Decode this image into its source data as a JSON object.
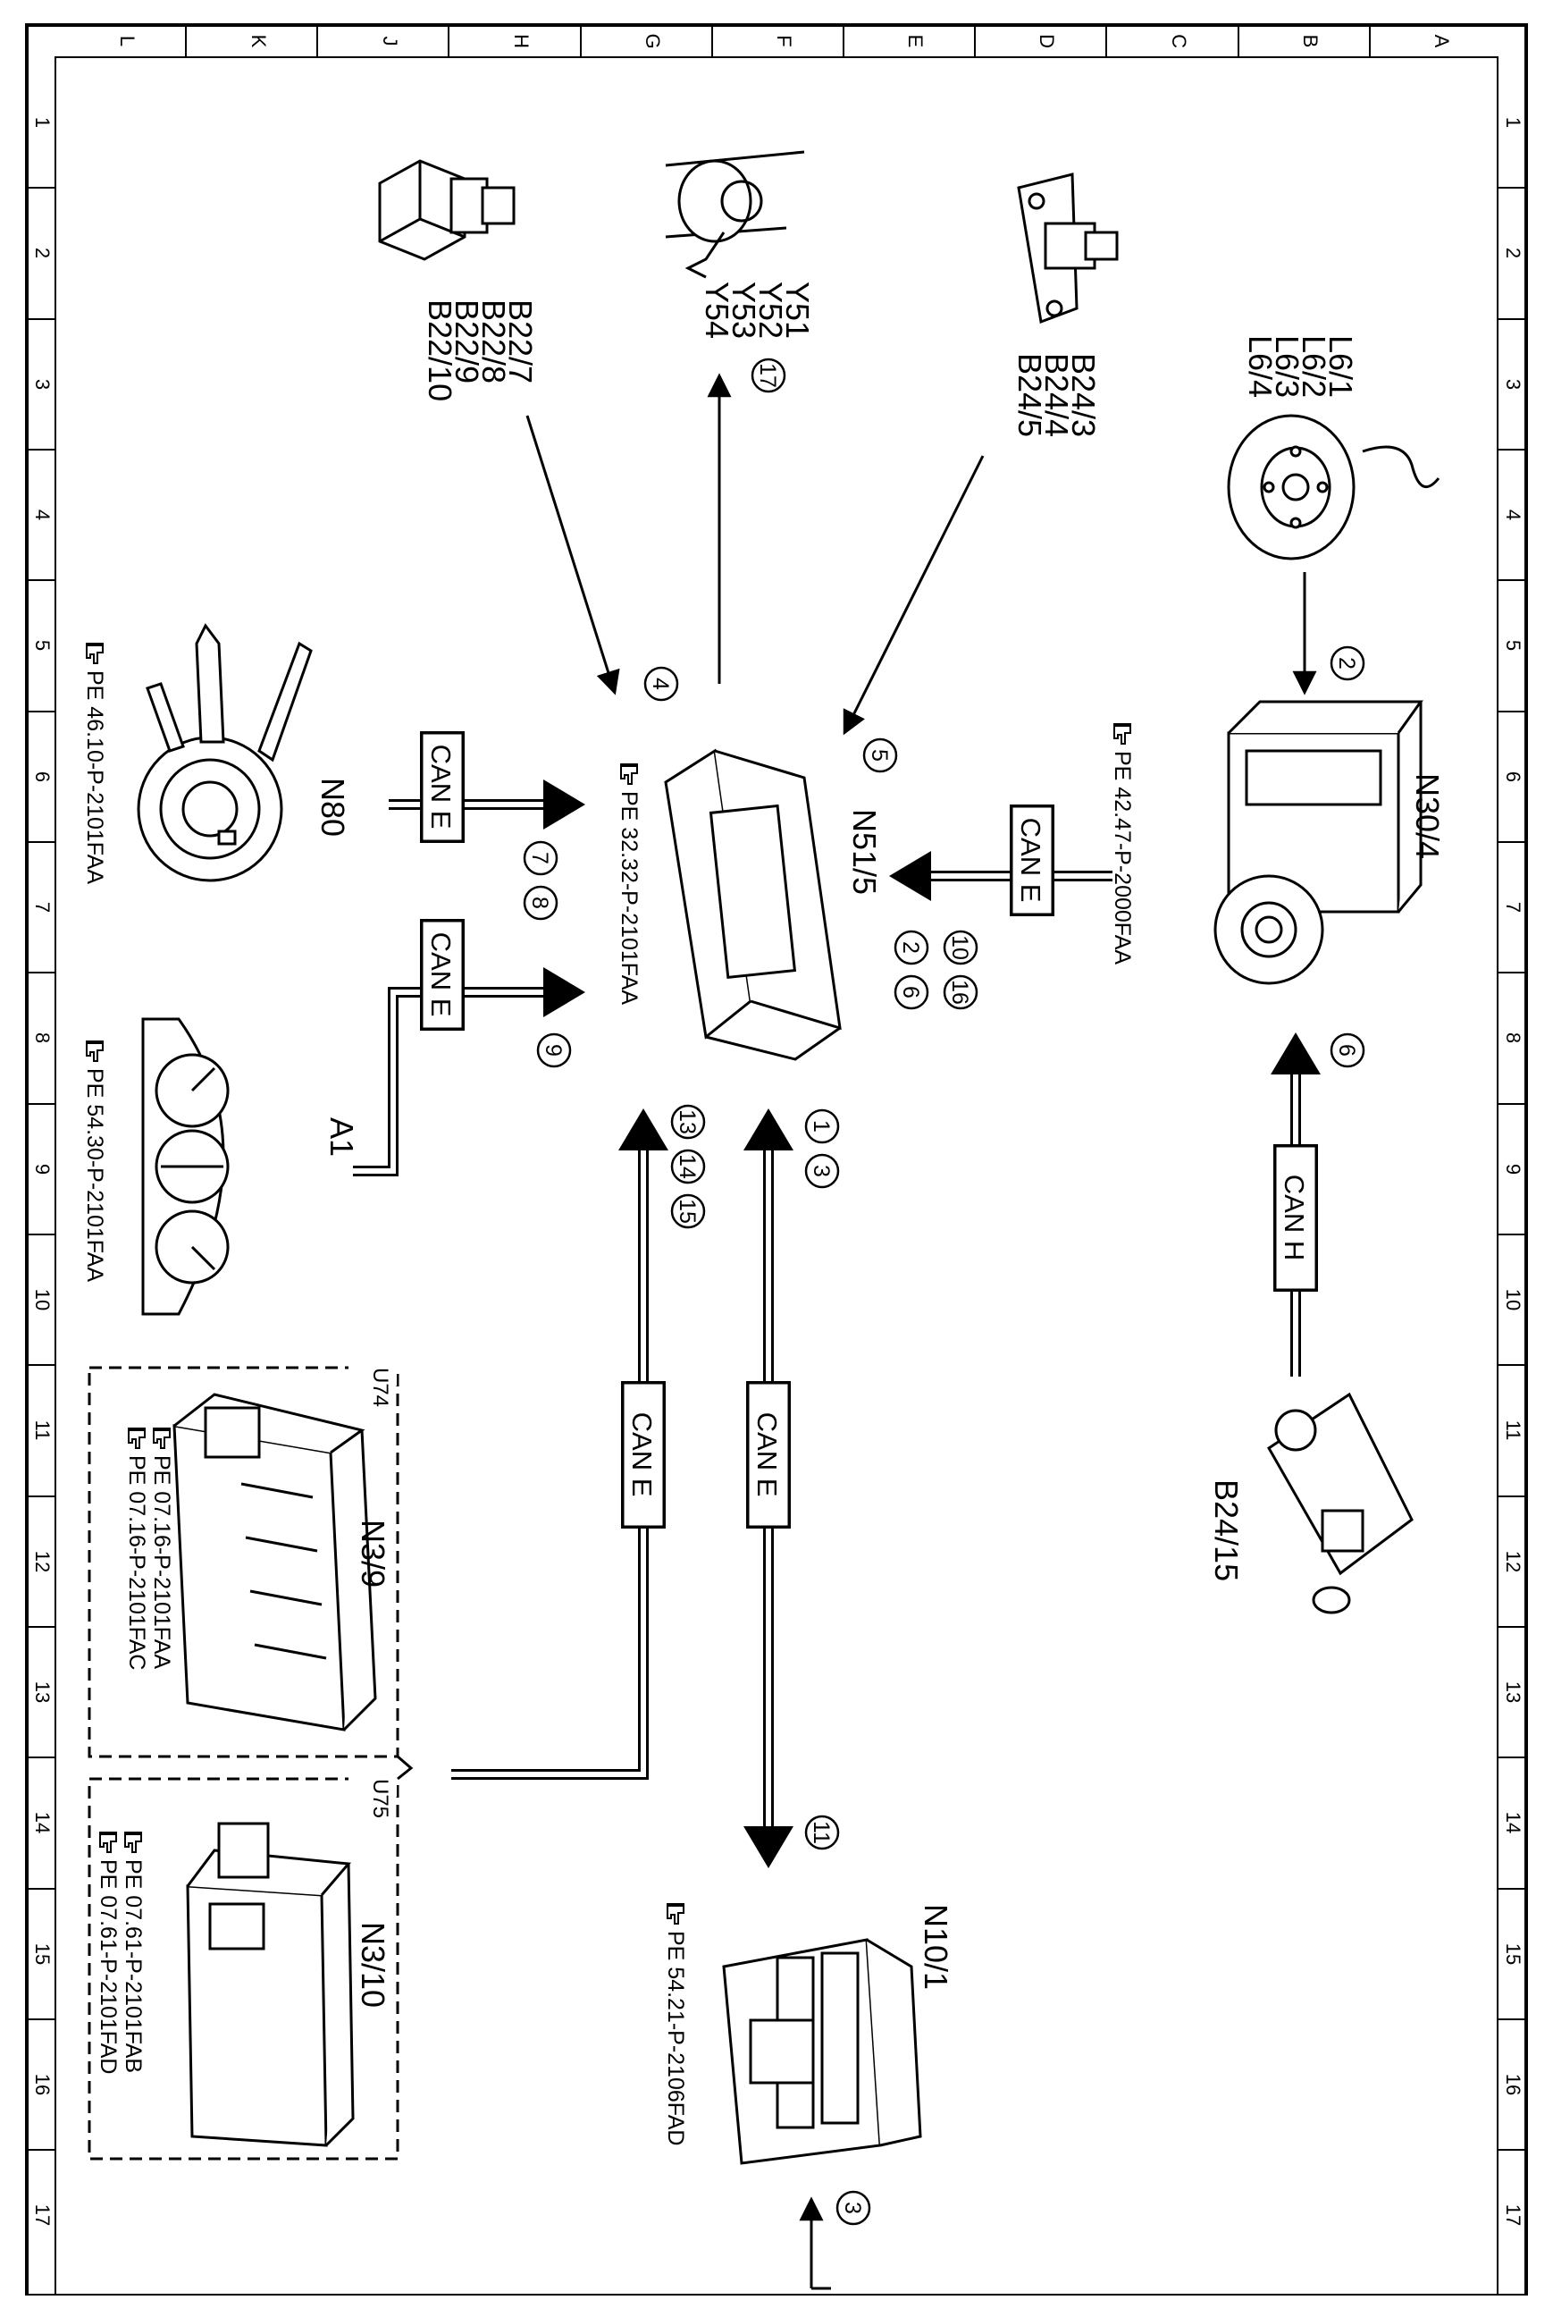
{
  "columns": [
    "L",
    "K",
    "J",
    "H",
    "G",
    "F",
    "E",
    "D",
    "C",
    "B",
    "A"
  ],
  "rows": [
    "1",
    "2",
    "3",
    "4",
    "5",
    "6",
    "7",
    "8",
    "9",
    "10",
    "11",
    "12",
    "13",
    "14",
    "15",
    "16",
    "17"
  ],
  "components": {
    "n51_5": {
      "label": "N51/5",
      "ref": "PE 32.32-P-2101FAA"
    },
    "n30_4": {
      "label": "N30/4",
      "ref": "PE 42.47-P-2000FAA"
    },
    "n80": {
      "label": "N80",
      "ref": "PE 46.10-P-2101FAA"
    },
    "a1": {
      "label": "A1",
      "ref": "PE 54.30-P-2101FAA"
    },
    "n10_1": {
      "label": "N10/1",
      "ref": "PE 54.21-P-2106FAD"
    },
    "b24_15": {
      "label": "B24/15"
    },
    "l6": {
      "labels": [
        "L6/1",
        "L6/2",
        "L6/3",
        "L6/4"
      ]
    },
    "b24": {
      "labels": [
        "B24/3",
        "B24/4",
        "B24/5"
      ]
    },
    "y5x": {
      "labels": [
        "Y51",
        "Y52",
        "Y53",
        "Y54"
      ]
    },
    "b22": {
      "labels": [
        "B22/7",
        "B22/8",
        "B22/9",
        "B22/10"
      ]
    },
    "u74": {
      "variant": "U74",
      "label": "N3/9",
      "refs": [
        "PE 07.16-P-2101FAA",
        "PE 07.16-P-2101FAC"
      ]
    },
    "u75": {
      "variant": "U75",
      "label": "N3/10",
      "refs": [
        "PE 07.61-P-2101FAB",
        "PE 07.61-P-2101FAD"
      ]
    }
  },
  "buses": {
    "can_e": "CAN E",
    "can_h": "CAN H"
  },
  "callouts": {
    "c1": "1",
    "c2": "2",
    "c3": "3",
    "c4": "4",
    "c5": "5",
    "c6": "6",
    "c7": "7",
    "c8": "8",
    "c9": "9",
    "c10": "10",
    "c11": "11",
    "c13": "13",
    "c14": "14",
    "c15": "15",
    "c16": "16",
    "c17": "17",
    "n51_2": "2",
    "n51_6": "6",
    "n10_3": "3"
  },
  "icons": {
    "reference": "pointing-hand-icon"
  },
  "colors": {
    "line": "#000000",
    "background": "#ffffff"
  }
}
